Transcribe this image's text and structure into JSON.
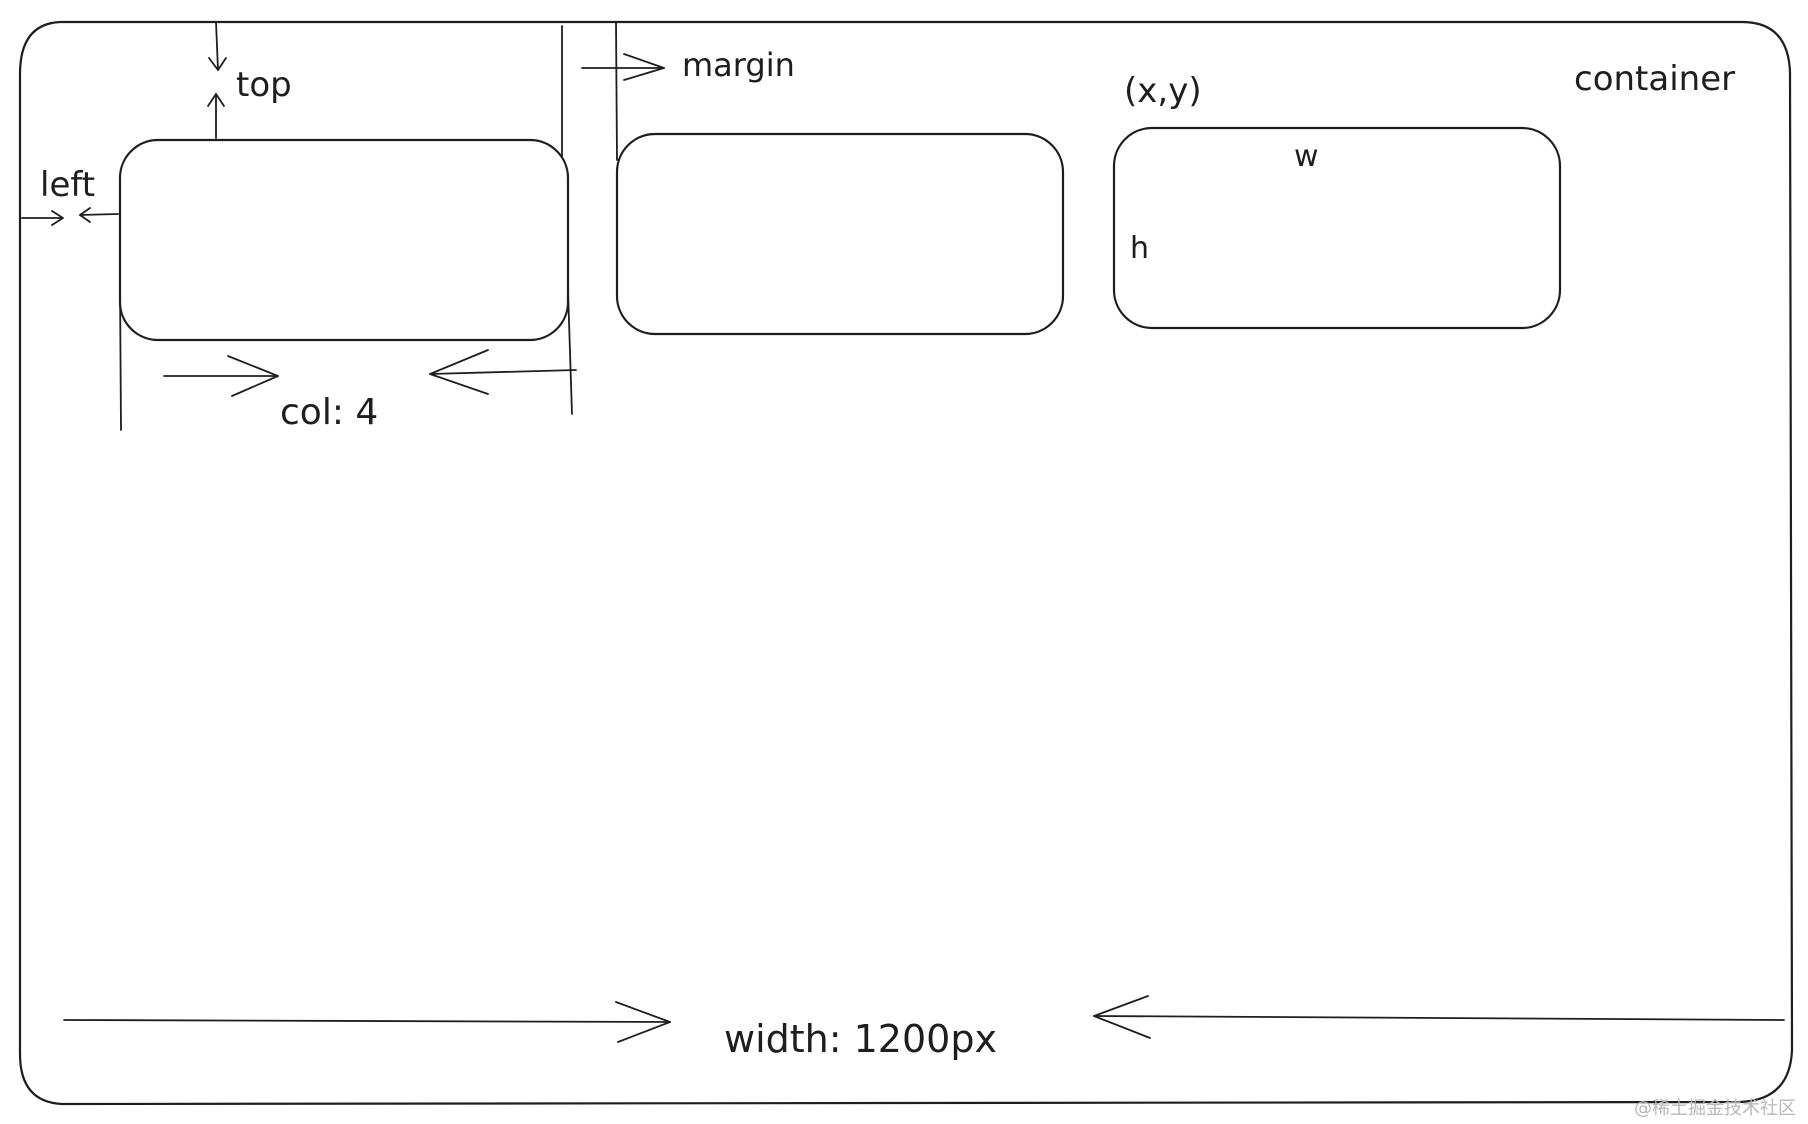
{
  "labels": {
    "top": "top",
    "left": "left",
    "margin": "margin",
    "coords": "(x,y)",
    "container": "container",
    "w": "w",
    "h": "h",
    "col": "col: 4",
    "width": "width: 1200px"
  },
  "watermark": "@稀土掘金技术社区",
  "colors": {
    "stroke": "#1e1e1e",
    "green_fill": "#b2f2bb",
    "blue_fill": "#a5d8ff",
    "red_fill": "#ffc9c9",
    "background": "#ffffff"
  }
}
